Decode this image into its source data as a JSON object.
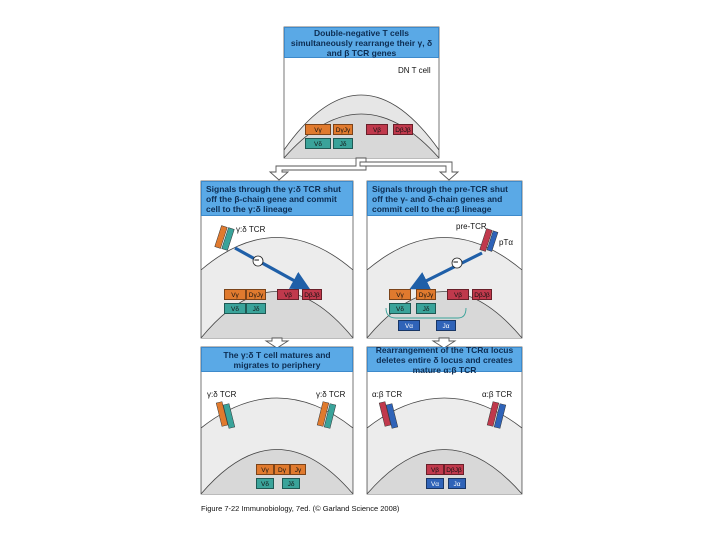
{
  "colors": {
    "header_bg": "#5aa9e6",
    "gamma_gene": "#e07a2e",
    "beta_gene": "#c0394c",
    "delta_gene": "#3aa39a",
    "alpha_gene": "#2f63b8",
    "arrow": "#1f5fa8"
  },
  "panels": {
    "top": {
      "header": "Double-negative T cells simultaneously rearrange their γ, δ and β TCR genes",
      "cell_label": "DN T cell",
      "genes": [
        {
          "row": "gamma",
          "v": "Vγ",
          "j": "DγJγ"
        },
        {
          "row": "delta",
          "v": "Vδ",
          "j": "Jδ"
        },
        {
          "row": "beta",
          "v": "Vβ",
          "j": "DβJβ"
        }
      ]
    },
    "mid_left": {
      "header": "Signals through the γ:δ TCR shut off the β-chain gene and commit cell to the γ:δ lineage",
      "receptor_label": "γ:δ TCR",
      "inhibit_symbol": "−",
      "genes": [
        {
          "row": "gamma",
          "v": "Vγ",
          "j": "DγJγ"
        },
        {
          "row": "delta",
          "v": "Vδ",
          "j": "Jδ"
        },
        {
          "row": "beta",
          "v": "Vβ",
          "j": "DβJβ"
        }
      ]
    },
    "mid_right": {
      "header": "Signals through the pre-TCR shut off the γ- and δ-chain genes and commit cell to the α:β lineage",
      "receptor_label": "pre-TCR",
      "pt_label": "pTα",
      "inhibit_symbol": "−",
      "genes": [
        {
          "row": "gamma",
          "v": "Vγ",
          "j": "DγJγ"
        },
        {
          "row": "delta",
          "v": "Vδ",
          "j": "Jδ"
        },
        {
          "row": "alpha",
          "v": "Vα",
          "j": "Jα"
        },
        {
          "row": "beta",
          "v": "Vβ",
          "j": "DβJβ"
        }
      ]
    },
    "bot_left": {
      "header": "The γ:δ T cell matures and migrates to periphery",
      "receptor_label_left": "γ:δ TCR",
      "receptor_label_right": "γ:δ TCR",
      "genes": [
        {
          "row": "gamma",
          "v": "Vγ",
          "d": "Dγ",
          "j": "Jγ"
        },
        {
          "row": "delta",
          "v": "Vδ",
          "j": "Jδ"
        }
      ]
    },
    "bot_right": {
      "header": "Rearrangement of the TCRα locus deletes entire δ locus and creates mature α:β TCR",
      "receptor_label_left": "α:β TCR",
      "receptor_label_right": "α:β TCR",
      "genes": [
        {
          "row": "beta",
          "v": "Vβ",
          "j": "DβJβ"
        },
        {
          "row": "alpha",
          "v": "Vα",
          "j": "Jα"
        }
      ]
    }
  },
  "caption": "Figure 7-22 Immunobiology, 7ed. (© Garland Science 2008)"
}
